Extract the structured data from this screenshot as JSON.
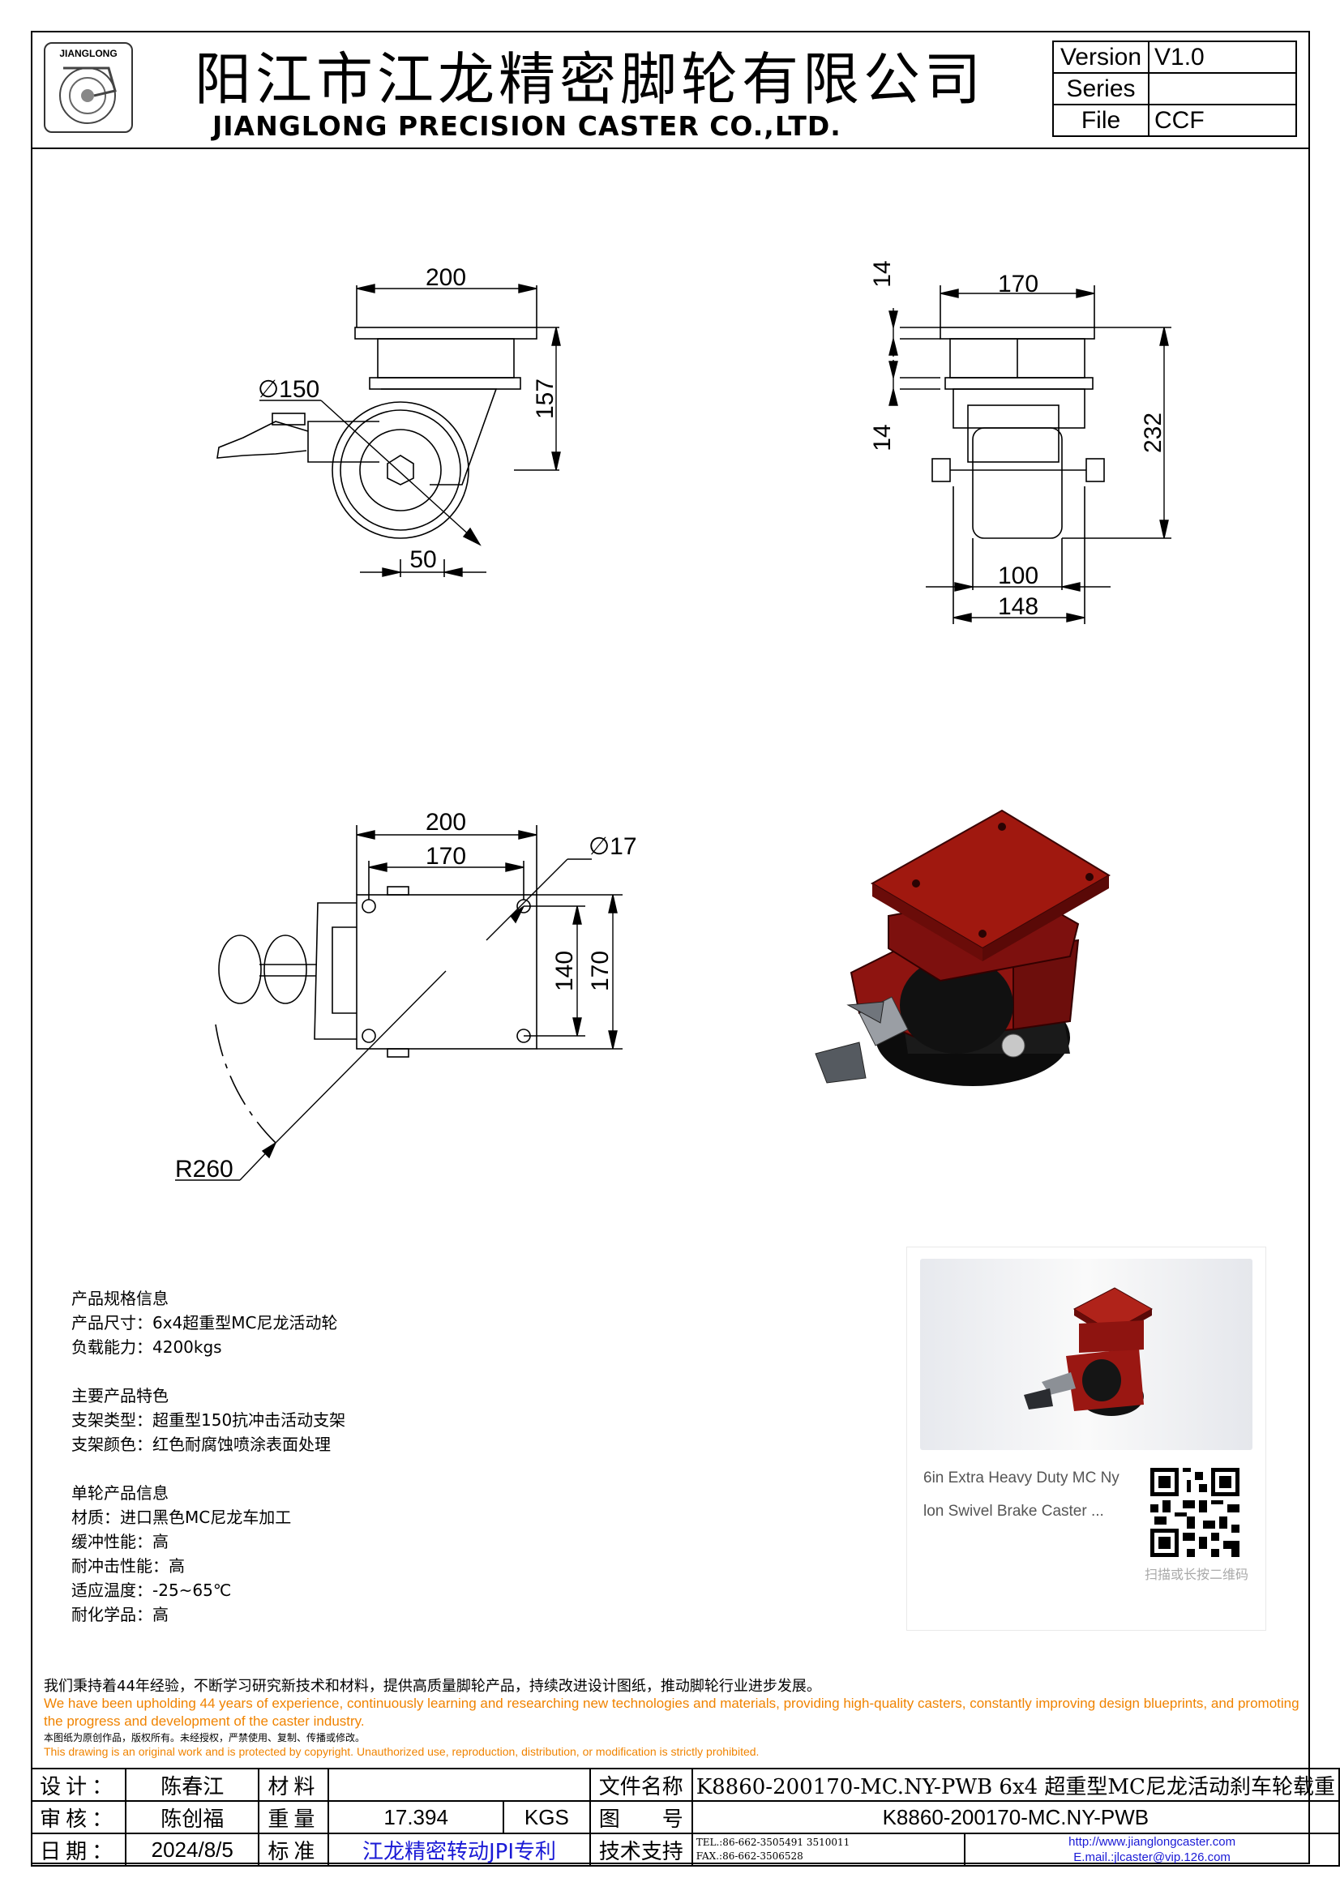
{
  "header": {
    "logo_text": "JIANGLONG",
    "company_cn": "阳江市江龙精密脚轮有限公司",
    "company_en": "JIANGLONG PRECISION CASTER CO.,LTD.",
    "version_label": "Version",
    "version_value": "V1.0",
    "series_label": "Series",
    "series_value": "",
    "file_label": "File",
    "file_value": "CCF"
  },
  "drawing": {
    "side": {
      "top_width": "200",
      "wheel_dia": "∅150",
      "height": "157",
      "offset": "50"
    },
    "front": {
      "top_width": "170",
      "gap_top": "14",
      "gap_bottom": "14",
      "height": "232",
      "wheel_width": "100",
      "leg_span": "148"
    },
    "plan": {
      "plate_width": "200",
      "hole_span_x": "170",
      "hole_dia": "∅17",
      "hole_span_y": "140",
      "plate_depth": "170",
      "swivel_radius": "R260"
    }
  },
  "specs": [
    "产品规格信息",
    "产品尺寸：6x4超重型MC尼龙活动轮",
    "负载能力：4200kgs",
    "",
    "主要产品特色",
    "支架类型：超重型150抗冲击活动支架",
    "支架颜色：红色耐腐蚀喷涂表面处理",
    "",
    "单轮产品信息",
    "材质：进口黑色MC尼龙车加工",
    "缓冲性能：高",
    "耐冲击性能：高",
    "适应温度：-25~65℃",
    "耐化学品：高"
  ],
  "card": {
    "title_line1": "6in Extra Heavy Duty MC Ny",
    "title_line2": "lon Swivel Brake Caster ...",
    "qr_caption": "扫描或长按二维码"
  },
  "notes": {
    "line1": "我们秉持着44年经验，不断学习研究新技术和材料，提供高质量脚轮产品，持续改进设计图纸，推动脚轮行业进步发展。",
    "line2": "We have been upholding 44 years of experience, continuously learning and researching new technologies and materials, providing high-quality casters, constantly improving design blueprints, and promoting the progress and development of the caster industry.",
    "line3": "本图纸为原创作品，版权所有。未经授权，严禁使用、复制、传播或修改。",
    "line4": "This drawing is an original work and is protected by copyright. Unauthorized use, reproduction, distribution, or modification is strictly prohibited."
  },
  "title_block": {
    "design_label": "设计：",
    "design_value": "陈春江",
    "material_label": "材料",
    "material_value": "",
    "file_name_label": "文件名称",
    "file_name_value": "K8860-200170-MC.NY-PWB 6x4 超重型MC尼龙活动刹车轮载重",
    "review_label": "审核：",
    "review_value": "陈创福",
    "weight_label": "重量",
    "weight_value": "17.394",
    "weight_unit": "KGS",
    "drawing_no_label": "图　　号",
    "drawing_no_value": "K8860-200170-MC.NY-PWB",
    "date_label": "日期：",
    "date_value": "2024/8/5",
    "standard_label": "标准",
    "standard_value": "江龙精密转动JPI专利",
    "support_label": "技术支持",
    "tel": "TEL.:86-662-3505491 3510011",
    "fax": "FAX.:86-662-3506528",
    "website": "http://www.jianglongcaster.com",
    "email": "E.mail.:jlcaster@vip.126.com"
  },
  "colors": {
    "frame": "#000000",
    "bracket_red": "#8e1410",
    "wheel_black": "#161616",
    "note_orange": "#f08300",
    "link_blue": "#1a1ad6"
  }
}
